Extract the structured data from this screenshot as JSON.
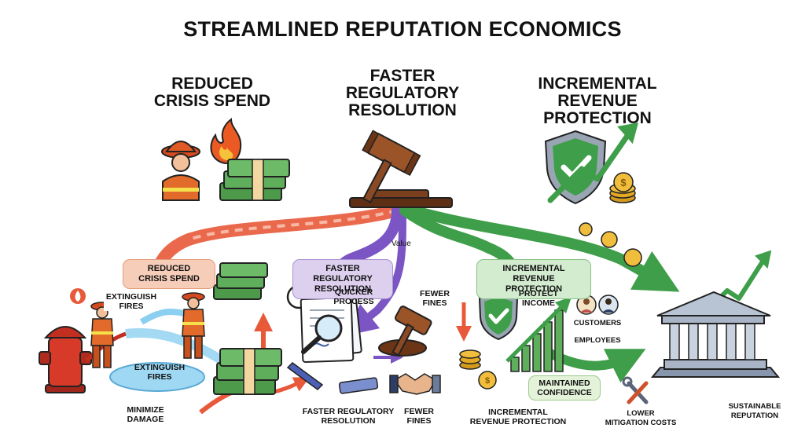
{
  "title": "STREAMLINED REPUTATION ECONOMICS",
  "sections": {
    "crisis": {
      "heading_line1": "REDUCED",
      "heading_line2": "CRISIS SPEND"
    },
    "regulatory": {
      "heading_line1": "FASTER",
      "heading_line2": "REGULATORY",
      "heading_line3": "RESOLUTION"
    },
    "revenue": {
      "heading_line1": "INCREMENTAL",
      "heading_line2": "REVENUE PROTECTION"
    }
  },
  "flow": {
    "value_label": "Value",
    "crisis_pill_line1": "REDUCED",
    "crisis_pill_line2": "CRISIS SPEND",
    "regulatory_pill_line1": "FASTER REGULATORY",
    "regulatory_pill_line2": "RESOLUTION",
    "revenue_pill_line1": "INCREMENTAL",
    "revenue_pill_line2": "REVENUE PROTECTION"
  },
  "labels": {
    "extinguish_top_line1": "EXTINGUISH",
    "extinguish_top_line2": "FIRES",
    "extinguish_pool_line1": "EXTINGUISH",
    "extinguish_pool_line2": "FIRES",
    "minimize_line1": "MINIMIZE",
    "minimize_line2": "DAMAGE",
    "quicker_line1": "QUICKER",
    "quicker_line2": "PROCESS",
    "fewer_top_line1": "FEWER",
    "fewer_top_line2": "FINES",
    "faster_bottom_line1": "FASTER REGULATORY",
    "faster_bottom_line2": "RESOLUTION",
    "fewer_bottom_line1": "FEWER",
    "fewer_bottom_line2": "FINES",
    "protect_line1": "PROTECT",
    "protect_line2": "INCOME",
    "customers": "CUSTOMERS",
    "employees": "EMPLOYEES",
    "maintained_line1": "MAINTAINED",
    "maintained_line2": "CONFIDENCE",
    "incremental_bottom_line1": "INCREMENTAL",
    "incremental_bottom_line2": "REVENUE PROTECTION",
    "lower_line1": "LOWER",
    "lower_line2": "MITIGATION COSTS",
    "sustainable_line1": "SUSTAINABLE",
    "sustainable_line2": "REPUTATION"
  },
  "icons": [
    "firefighter-icon",
    "fire-icon",
    "money-stack-icon",
    "gavel-icon",
    "shield-check-icon",
    "growth-arrow-icon",
    "coin-icon",
    "fire-hydrant-icon",
    "water-hose-icon",
    "clock-icon",
    "document-icon",
    "magnifier-icon",
    "pen-icon",
    "handshake-icon",
    "bar-chart-icon",
    "people-icon",
    "bank-building-icon",
    "wrench-icon"
  ],
  "colors": {
    "red_flow": "#e8593a",
    "purple_flow": "#7b55c4",
    "green_flow": "#3f9e4a",
    "money": "#4c9a4a",
    "gold": "#e3a924",
    "wood": "#8b4a24"
  }
}
